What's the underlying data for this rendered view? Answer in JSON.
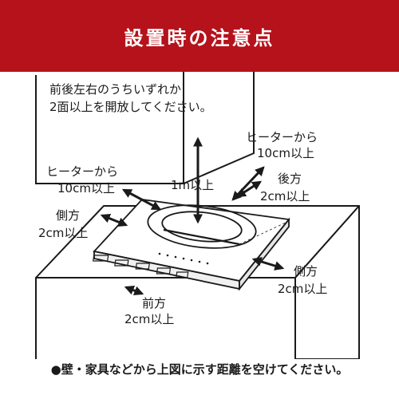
{
  "banner": {
    "title": "設置時の注意点"
  },
  "labels": {
    "wall_line1": "前後左右のうちいずれか",
    "wall_line2": "2面以上を開放してください。",
    "heater_right_line1": "ヒーターから",
    "heater_right_line2": "10cm以上",
    "heater_left_line1": "ヒーターから",
    "heater_left_line2": "10cm以上",
    "top_1m": "1m以上",
    "rear_line1": "後方",
    "rear_line2": "2cm以上",
    "side_left_line1": "側方",
    "side_left_line2": "2cm以上",
    "side_right_line1": "側方",
    "side_right_line2": "2cm以上",
    "front_line1": "前方",
    "front_line2": "2cm以上"
  },
  "footer": {
    "note": "●壁・家具などから上図に示す距離を空けてください。"
  },
  "colors": {
    "banner": "#b5121b",
    "line": "#1a1a1a",
    "fill": "#ffffff"
  }
}
